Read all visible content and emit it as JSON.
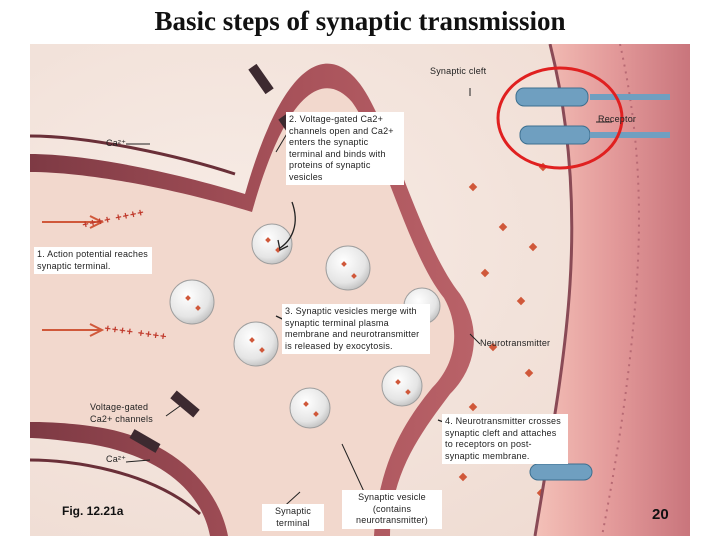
{
  "title": "Basic steps of synaptic transmission",
  "labels": {
    "synaptic_cleft": "Synaptic cleft",
    "receptor": "Receptor",
    "ca_top": "Ca²⁺",
    "ca_bottom": "Ca²⁺",
    "step2": "2. Voltage-gated Ca2+ channels open and Ca2+ enters the synaptic terminal and binds with proteins of synaptic vesicles",
    "step1": "1. Action potential reaches synaptic terminal.",
    "step3": "3. Synaptic vesicles merge with synaptic terminal plasma membrane and neurotransmitter is released by exocytosis.",
    "neurotransmitter": "Neurotransmitter",
    "channels": "Voltage-gated Ca2+ channels",
    "step4": "4. Neurotransmitter crosses synaptic cleft and attaches to receptors on post-synaptic membrane.",
    "synaptic_terminal": "Synaptic terminal",
    "synaptic_vesicle": "Synaptic vesicle (contains neurotransmitter)",
    "plus_top": "++++ ++++",
    "plus_bottom": "++++ ++++"
  },
  "figure_number": "Fig. 12.21a",
  "slide_number": "20",
  "colors": {
    "terminal": "#9c4a52",
    "cytoplasm": "#f0d2c8",
    "membrane_post": "#e8a4a4",
    "receptor": "#6f9fc0",
    "transmitter": "#d0583a",
    "highlight": "#e02020"
  }
}
